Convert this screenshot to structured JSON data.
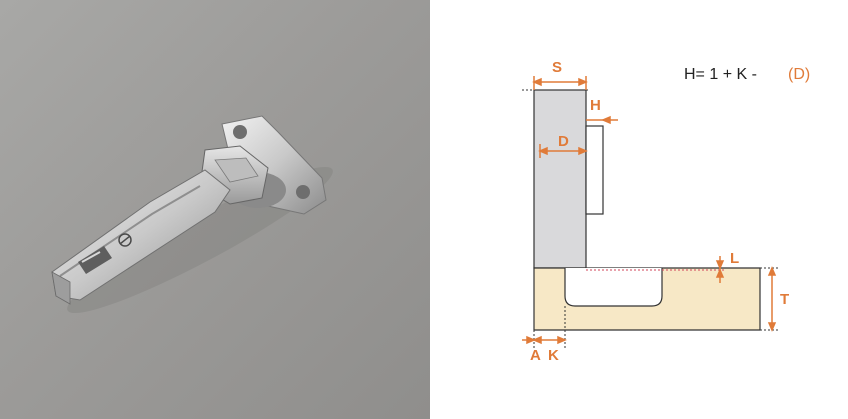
{
  "photo": {
    "subject": "concealed cabinet hinge",
    "icon": "hinge-photo-icon"
  },
  "diagram": {
    "formula": {
      "text": "H= 1 + K -",
      "variable": "(D)"
    },
    "dimension_labels": {
      "S": "S",
      "H": "H",
      "D": "D",
      "L": "L",
      "T": "T",
      "A": "A",
      "K": "K"
    },
    "colors": {
      "dimension": "#e07b39",
      "cabinet_side": "#d9d9db",
      "door": "#f7e8c6",
      "outline": "#333333",
      "dotted": "#d2455a"
    }
  }
}
